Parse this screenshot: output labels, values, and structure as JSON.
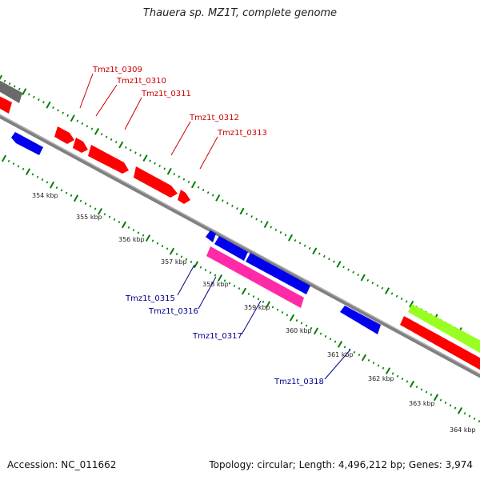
{
  "title": "Thauera sp. MZ1T, complete genome",
  "footer": {
    "accession": "Accession: NC_011662",
    "topology": "Topology: circular; Length: 4,496,212 bp; Genes: 3,974"
  },
  "colors": {
    "forward_gene": "#ff0000",
    "reverse_gene": "#0000ee",
    "rna_gene": "#ff2aa8",
    "other_feature": "#99ff22",
    "backbone": "#808080",
    "ticks": "#008000",
    "label_forward": "#cc0000",
    "label_reverse": "#00008b"
  },
  "kbp_labels": [
    "354 kbp",
    "355 kbp",
    "356 kbp",
    "357 kbp",
    "358 kbp",
    "359 kbp",
    "360 kbp",
    "361 kbp",
    "362 kbp",
    "363 kbp",
    "364 kbp"
  ],
  "gene_labels_forward": [
    "Tmz1t_0309",
    "Tmz1t_0310",
    "Tmz1t_0311",
    "Tmz1t_0312",
    "Tmz1t_0313"
  ],
  "gene_labels_reverse": [
    "Tmz1t_0315",
    "Tmz1t_0316",
    "Tmz1t_0317",
    "Tmz1t_0318"
  ]
}
